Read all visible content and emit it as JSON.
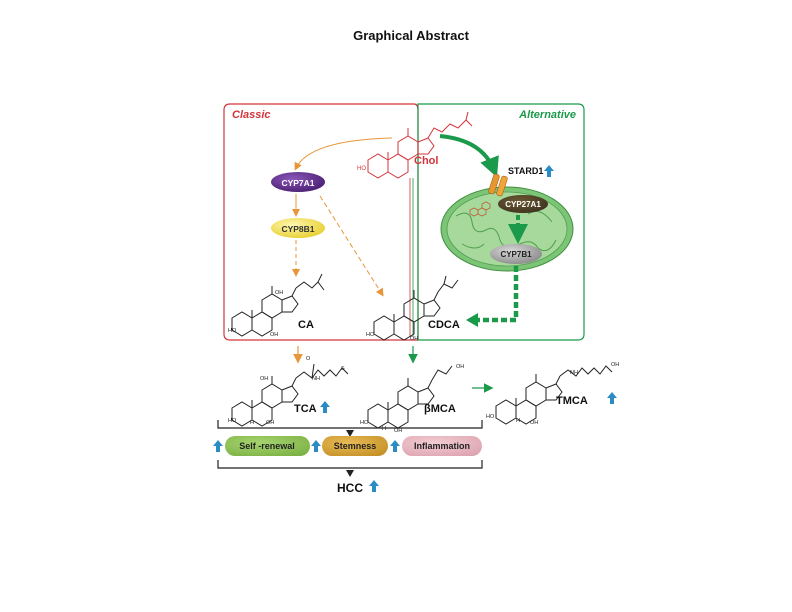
{
  "title": "Graphical Abstract",
  "panels": {
    "classic_label": "Classic",
    "alternative_label": "Alternative"
  },
  "molecules": {
    "chol": "Chol",
    "ca": "CA",
    "cdca": "CDCA",
    "tca": "TCA",
    "bmca": "βMCA",
    "tmca": "TMCA",
    "oh": "OH",
    "ho": "HO",
    "h": "H",
    "nh": "NH",
    "s": "S",
    "o": "O"
  },
  "enzymes": {
    "cyp7a1": "CYP7A1",
    "cyp8b1": "CYP8B1",
    "stard1": "STARD1",
    "cyp27a1": "CYP27A1",
    "cyp7b1": "CYP7B1"
  },
  "outcomes": {
    "self_renewal": "Self -renewal",
    "stemness": "Stemness",
    "inflammation": "Inflammation",
    "hcc": "HCC"
  },
  "colors": {
    "classic_red": "#d3343a",
    "alternative_green": "#1a9a4a",
    "orange_arrow": "#e8963a",
    "up_arrow_blue": "#2b8cc4",
    "cyp7a1_purple": "#5b2a86",
    "cyp8b1_yellow": "#f4e35a",
    "mito_green": "#7cc576",
    "self_renewal_green": "#8cc05a",
    "stemness_gold": "#d9a33a",
    "inflammation_pink": "#e8b6bf"
  }
}
